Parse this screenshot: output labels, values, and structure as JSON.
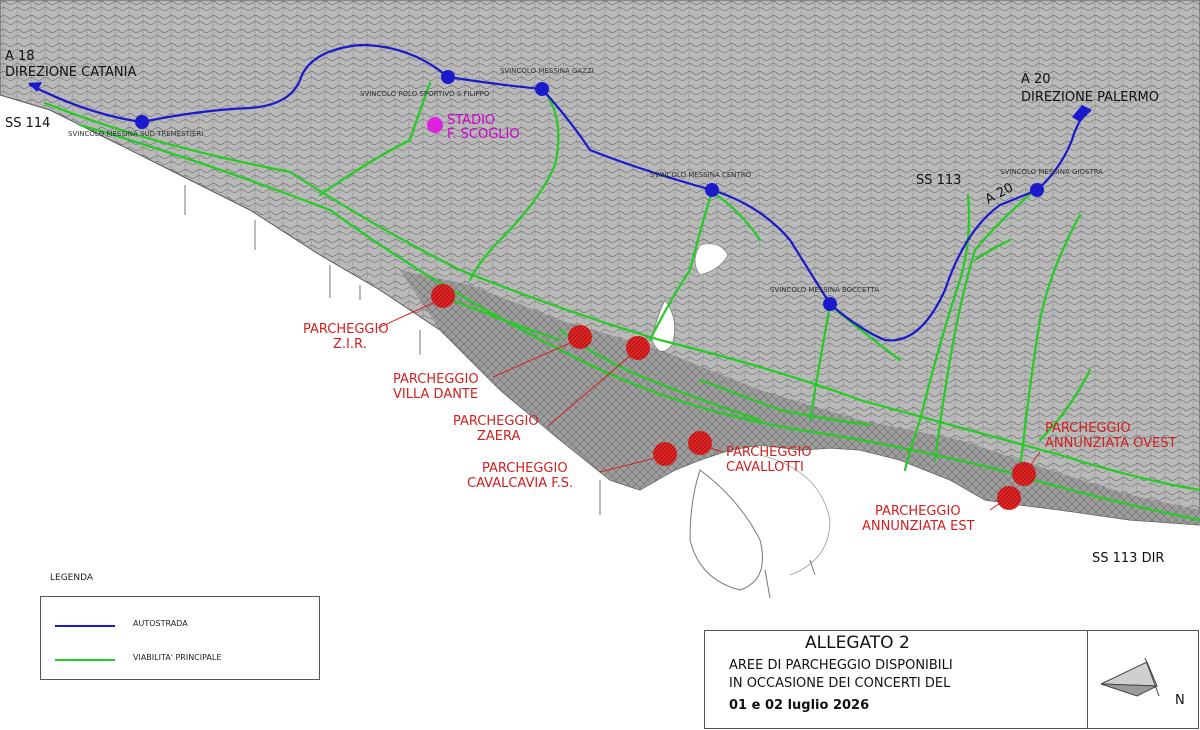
{
  "external_labels": {
    "a18": "A 18",
    "catania": "DIREZIONE CATANIA",
    "ss114": "SS 114",
    "a20_top": "A 20",
    "palermo": "DIREZIONE PALERMO",
    "ss113": "SS 113",
    "a20_road": "A 20",
    "ss113dir": "SS 113 DIR"
  },
  "stadium": {
    "line1": "STADIO",
    "line2": "F. SCOGLIO",
    "color": "#e020e0"
  },
  "parking": [
    {
      "line1": "PARCHEGGIO",
      "line2": "Z.I.R."
    },
    {
      "line1": "PARCHEGGIO",
      "line2": "VILLA DANTE"
    },
    {
      "line1": "PARCHEGGIO",
      "line2": "ZAERA"
    },
    {
      "line1": "PARCHEGGIO",
      "line2": "CAVALLOTTI"
    },
    {
      "line1": "PARCHEGGIO",
      "line2": "CAVALCAVIA F.S."
    },
    {
      "line1": "PARCHEGGIO",
      "line2": "ANNUNZIATA OVEST"
    },
    {
      "line1": "PARCHEGGIO",
      "line2": "ANNUNZIATA EST"
    }
  ],
  "junctions": [
    "SVINCOLO MESSINA SUD TREMESTIERI",
    "SVINCOLO POLO SPORTIVO S.FILIPPO",
    "SVINCOLO MESSINA GAZZI",
    "SVINCOLO MESSINA CENTRO",
    "SVINCOLO MESSINA BOCCETTA",
    "SVINCOLO MESSINA GIOSTRA"
  ],
  "legend": {
    "title": "LEGENDA",
    "items": [
      {
        "label": "AUTOSTRADA",
        "color": "#1a1acc"
      },
      {
        "label": "VIABILITA' PRINCIPALE",
        "color": "#22cc22"
      }
    ]
  },
  "title_block": {
    "title": "ALLEGATO 2",
    "line1": "AREE DI PARCHEGGIO DISPONIBILI",
    "line2": "IN OCCASIONE DEI CONCERTI DEL",
    "date": "01 e 02 luglio 2026",
    "north": "N"
  },
  "colors": {
    "highway": "#1a1acc",
    "main_road": "#22cc22",
    "parking": "#d12020",
    "land": "#8a8a8a",
    "sea": "#ffffff"
  }
}
